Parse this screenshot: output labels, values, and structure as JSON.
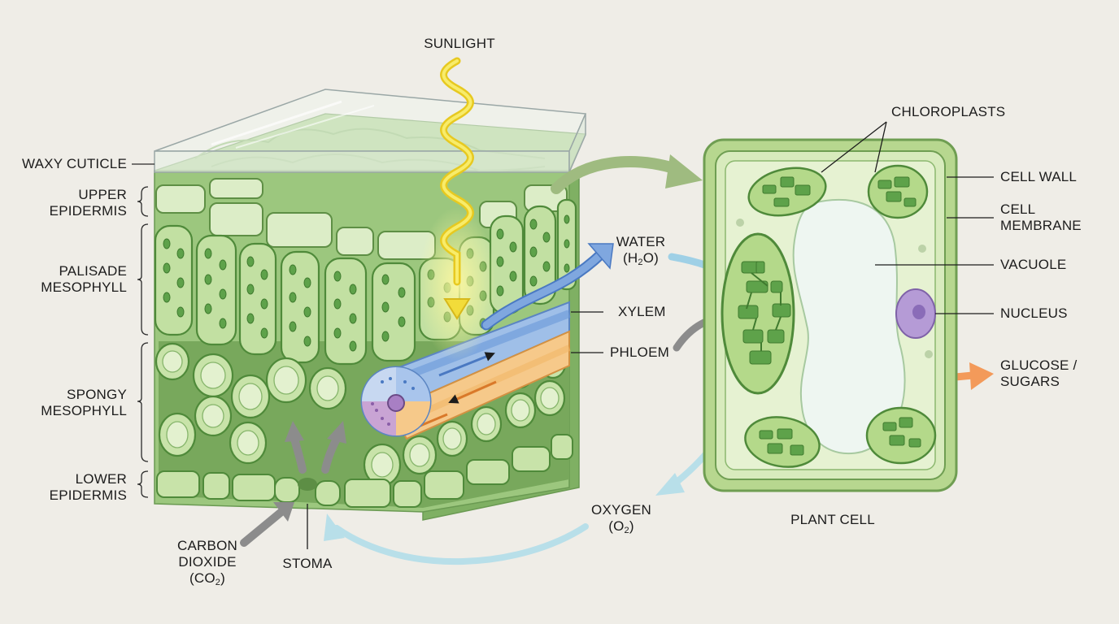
{
  "labels": {
    "sunlight": "SUNLIGHT",
    "waxy_cuticle": "WAXY CUTICLE",
    "upper_epidermis": [
      "UPPER",
      "EPIDERMIS"
    ],
    "palisade_mesophyll": [
      "PALISADE",
      "MESOPHYLL"
    ],
    "spongy_mesophyll": [
      "SPONGY",
      "MESOPHYLL"
    ],
    "lower_epidermis": [
      "LOWER",
      "EPIDERMIS"
    ],
    "carbon_dioxide": {
      "line1": "CARBON",
      "line2": "DIOXIDE",
      "formula_pre": "(CO",
      "formula_sub": "2",
      "formula_post": ")"
    },
    "stoma": "STOMA",
    "water": {
      "line1": "WATER",
      "formula_pre": "(H",
      "formula_sub": "2",
      "formula_post": "O)"
    },
    "xylem": "XYLEM",
    "phloem": "PHLOEM",
    "oxygen": {
      "line1": "OXYGEN",
      "formula_pre": "(O",
      "formula_sub": "2",
      "formula_post": ")"
    },
    "chloroplasts": "CHLOROPLASTS",
    "cell_wall": "CELL WALL",
    "cell_membrane": [
      "CELL",
      "MEMBRANE"
    ],
    "vacuole": "VACUOLE",
    "nucleus": "NUCLEUS",
    "glucose": [
      "GLUCOSE /",
      "SUGARS"
    ],
    "plant_cell": "PLANT CELL"
  },
  "colors": {
    "background": "#efede7",
    "leaf_green": "#9cc77e",
    "cell_fill": "#d6eab8",
    "chloroplast": "#5ea24a",
    "sunlight": "#f2dc3a",
    "water_arrow": "#9fd0e6",
    "xylem": "#6b9ad8",
    "phloem": "#f2b868",
    "co2_arrow": "#8c8c8c",
    "glucose_arrow": "#f39a5a",
    "nucleus": "#a98bcc"
  }
}
